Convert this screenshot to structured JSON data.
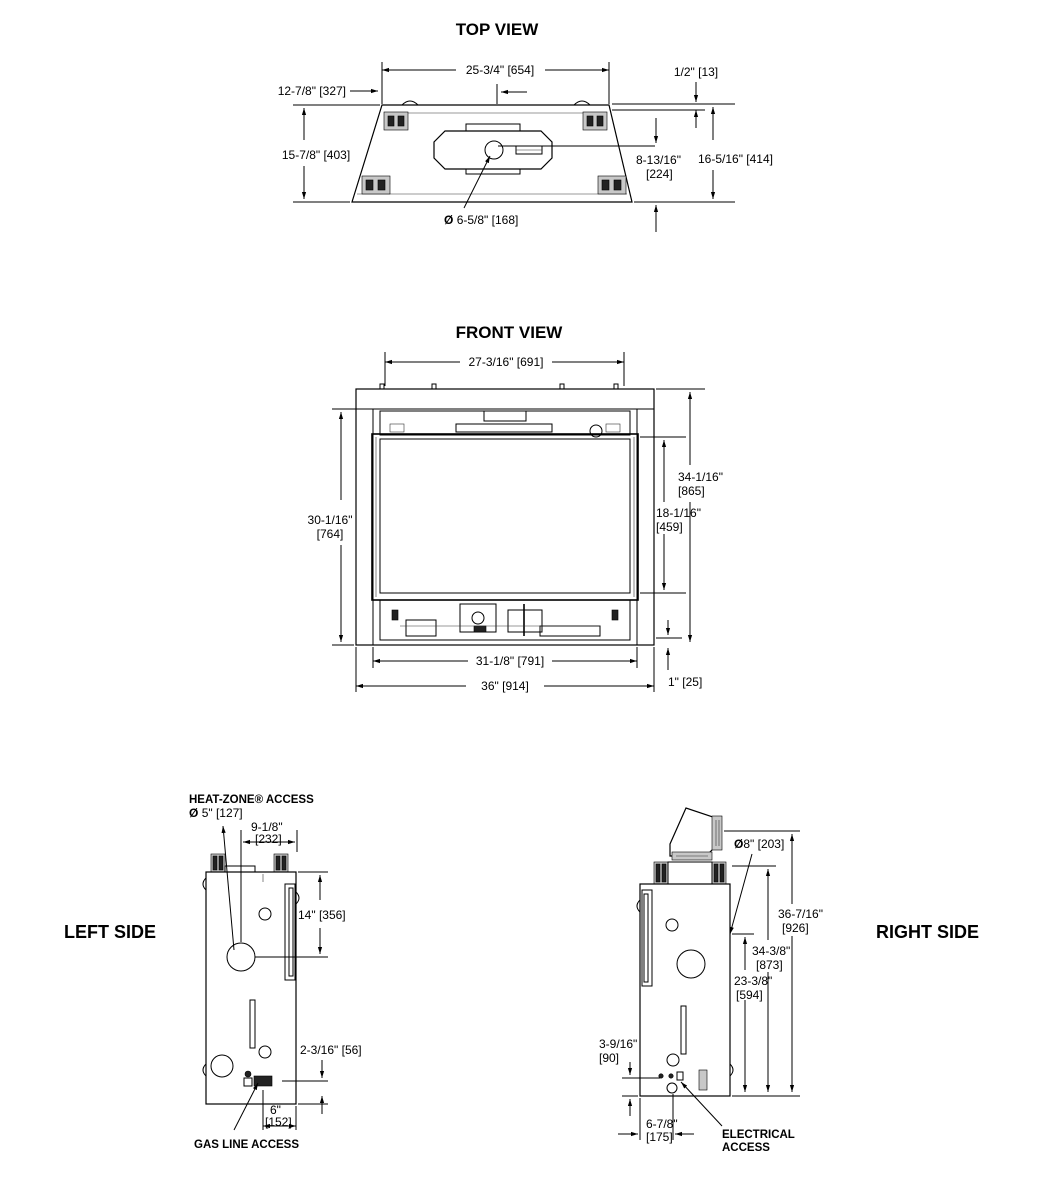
{
  "views": {
    "top": "TOP VIEW",
    "front": "FRONT VIEW",
    "left": "LEFT SIDE",
    "right": "RIGHT SIDE"
  },
  "top_dims": {
    "width": "25-3/4\" [654]",
    "offset_left": "12-7/8\" [327]",
    "top_gap": "1/2\" [13]",
    "depth": "15-7/8\" [403]",
    "center_l1": "8-13/16\"",
    "center_l2": "[224]",
    "total_depth": "16-5/16\" [414]",
    "vent": "6-5/8\" [168]",
    "vent_symbol": "Ø"
  },
  "front_dims": {
    "width_top": "27-3/16\" [691]",
    "height_l1": "30-1/16\"",
    "height_l2": "[764]",
    "total_l1": "34-1/16\"",
    "total_l2": "[865]",
    "glass_l1": "18-1/16\"",
    "glass_l2": "[459]",
    "inner_width": "31-1/8\" [791]",
    "outer_width": "36\" [914]",
    "base": "1\" [25]"
  },
  "left_dims": {
    "heat_zone": "HEAT-ZONE® ACCESS",
    "heat_zone_dia": "5\" [127]",
    "offset_l1": "9-1/8\"",
    "offset_l2": "[232]",
    "height14": "14\" [356]",
    "gas_height": "2-3/16\" [56]",
    "gas_offset_l1": "6\"",
    "gas_offset_l2": "[152]",
    "gas_label": "GAS LINE ACCESS"
  },
  "right_dims": {
    "vent_dia": "8\" [203]",
    "total_l1": "36-7/16\"",
    "total_l2": "[926]",
    "mid_l1": "34-3/8\"",
    "mid_l2": "[873]",
    "low_l1": "23-3/8\"",
    "low_l2": "[594]",
    "elec_height_l1": "3-9/16\"",
    "elec_height_l2": "[90]",
    "elec_offset_l1": "6-7/8\"",
    "elec_offset_l2": "[175]",
    "elec_label_l1": "ELECTRICAL",
    "elec_label_l2": "ACCESS"
  }
}
